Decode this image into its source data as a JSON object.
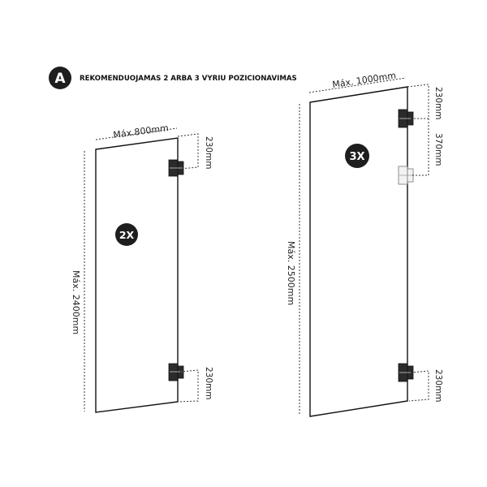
{
  "header": {
    "badge": "A",
    "title": "REKOMENDUOJAMAS 2 ARBA 3 VYRIU POZICIONAVIMAS"
  },
  "left_door": {
    "hinge_count_badge": "2X",
    "width_label": "Máx.800mm",
    "height_label": "Máx. 2400mm",
    "top_offset_label": "230mm",
    "bottom_offset_label": "230mm"
  },
  "right_door": {
    "hinge_count_badge": "3X",
    "width_label": "Máx. 1000mm",
    "height_label": "Máx. 2500mm",
    "top_offset_label": "230mm",
    "middle_offset_label": "370mm",
    "bottom_offset_label": "230mm"
  }
}
